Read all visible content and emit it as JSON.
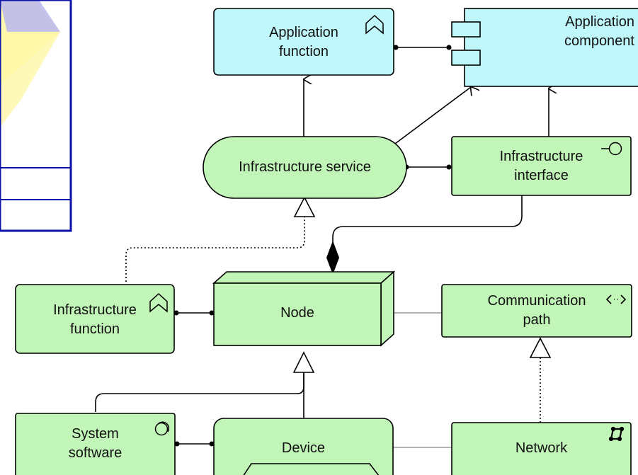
{
  "colors": {
    "application": "#bff7fb",
    "infrastructure": "#c2f5b8",
    "line": "#000000",
    "association": "#9a9a9a",
    "logo_blue": "#0d12a8",
    "logo_yellow": "#fff8a8",
    "logo_purple": "#b8b8f0"
  },
  "nodes": {
    "application_function": "Application\nfunction",
    "application_component": "Application\ncomponent",
    "infrastructure_service": "Infrastructure service",
    "infrastructure_interface": "Infrastructure\ninterface",
    "infrastructure_function": "Infrastructure\nfunction",
    "node": "Node",
    "communication_path": "Communication\npath",
    "system_software": "System\nsoftware",
    "device": "Device",
    "network": "Network"
  },
  "icons": {
    "application_function": "function-icon",
    "application_component": "component-icon",
    "infrastructure_interface": "interface-icon",
    "infrastructure_function": "function-icon",
    "communication_path": "communication-path-icon",
    "system_software": "system-software-icon",
    "network": "network-icon"
  }
}
